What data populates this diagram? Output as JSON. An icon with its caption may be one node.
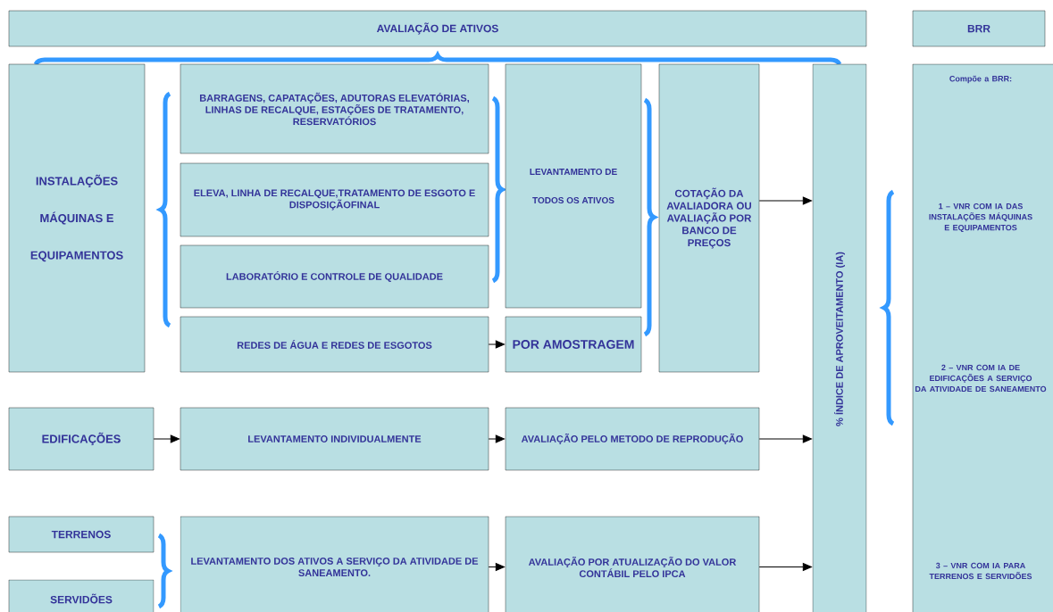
{
  "diagram": {
    "nodes": [
      {
        "text": [
          "AVALIAÇÃO DE ATIVOS"
        ]
      },
      {
        "text": [
          "BRR"
        ]
      },
      {
        "text": [
          "INSTALAÇÕES MÁQUINAS E EQUIPAMENTOS"
        ]
      },
      {
        "text": [
          "BARRAGENS, CAPATAÇÕES, ADUTORAS ELEVATÓRIAS, LINHAS DE RECALQUE, ESTAÇÕES DE TRATAMENTO, RESERVATÓRIOS"
        ]
      },
      {
        "text": [
          "ELEVA, LINHA DE RECALQUE,TRATAMENTO DE ESGOTO E DISPOSIÇÃOFINAL"
        ]
      },
      {
        "text": [
          "LABORATÓRIO E CONTROLE DE QUALIDADE"
        ]
      },
      {
        "text": [
          "REDES DE ÁGUA E REDES DE ESGOTOS"
        ]
      },
      {
        "text": [
          "LEVANTAMENTO DE TODOS OS ATIVOS"
        ]
      },
      {
        "text": [
          "POR AMOSTRAGEM"
        ]
      },
      {
        "text": [
          "COTAÇÃO DA AVALIADORA OU AVALIAÇÃO POR BANCO DE PREÇOS"
        ]
      },
      {
        "text": [
          "% ÍNDICE DE APROVEITAMENTO (IA)"
        ]
      },
      {
        "text": [
          "Compõe a BRR:",
          "1 – VNR COM IA DAS INSTALAÇÕES MÁQUINAS E EQUIPAMENTOS",
          "2 – VNR COM IA DE EDIFICAÇÕES A SERVIÇO DA ATIVIDADE DE SANEAMENTO",
          "3 – VNR COM IA PARA TERRENOS E SERVIDÕES"
        ]
      },
      {
        "text": [
          "EDIFICAÇÕES"
        ]
      },
      {
        "text": [
          "LEVANTAMENTO INDIVIDUALMENTE"
        ]
      },
      {
        "text": [
          "AVALIAÇÃO PELO METODO DE REPRODUÇÃO"
        ]
      },
      {
        "text": [
          "TERRENOS"
        ]
      },
      {
        "text": [
          "SERVIDÕES"
        ]
      },
      {
        "text": [
          "LEVANTAMENTO DOS ATIVOS A SERVIÇO DA ATIVIDADE DE SANEAMENTO."
        ]
      },
      {
        "text": [
          "AVALIAÇÃO POR ATUALIZAÇÃO DO VALOR CONTÁBIL PELO IPCA"
        ]
      }
    ],
    "edges": [
      {
        "from": 6,
        "to": 8,
        "arrow": "to"
      },
      {
        "from": 9,
        "to": 10,
        "arrow": "to"
      },
      {
        "from": 12,
        "to": 13,
        "arrow": "to"
      },
      {
        "from": 13,
        "to": 14,
        "arrow": "to"
      },
      {
        "from": 14,
        "to": 10,
        "arrow": "to"
      },
      {
        "from": 17,
        "to": 18,
        "arrow": "to"
      },
      {
        "from": 18,
        "to": 10,
        "arrow": "to"
      }
    ]
  }
}
